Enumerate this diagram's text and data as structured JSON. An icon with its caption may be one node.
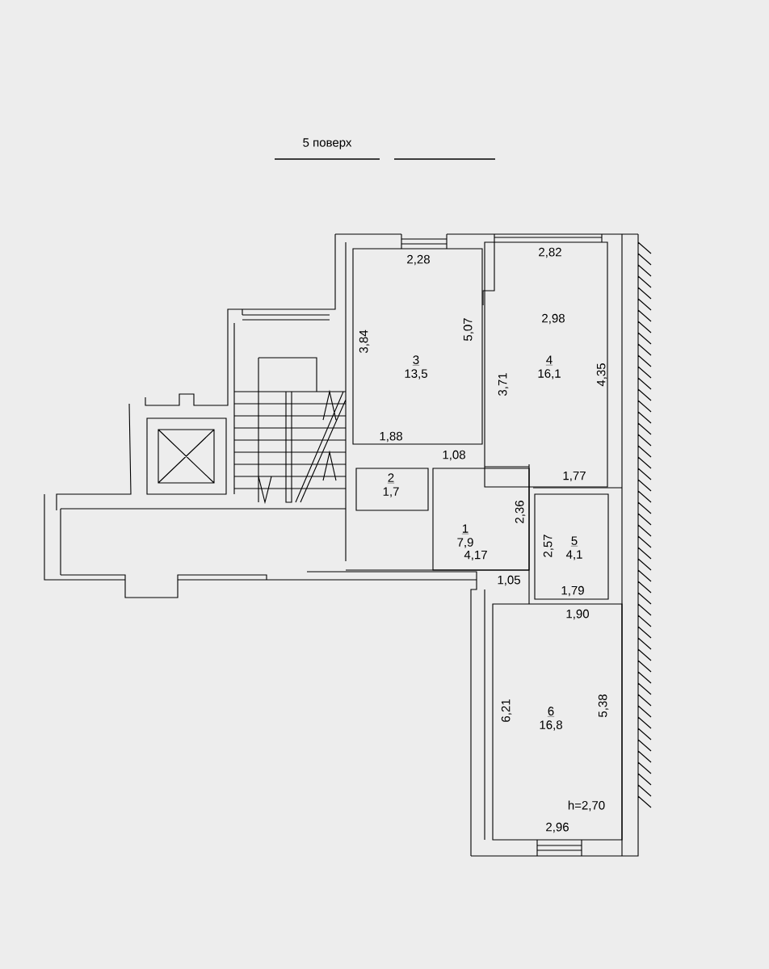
{
  "diagram": {
    "title": "5 поверх",
    "nodes": [
      {
        "text": [
          "3",
          "13,5"
        ]
      },
      {
        "text": [
          "4",
          "16,1"
        ]
      },
      {
        "text": [
          "2",
          "1,7"
        ]
      },
      {
        "text": [
          "1",
          "7,9"
        ]
      },
      {
        "text": [
          "5",
          "4,1"
        ]
      },
      {
        "text": [
          "6",
          "16,8"
        ]
      }
    ],
    "labels": [
      "2,28",
      "2,82",
      "2,98",
      "3,84",
      "5,07",
      "3,71",
      "4,35",
      "1,88",
      "1,08",
      "1,77",
      "2,36",
      "2,57",
      "4,17",
      "1,05",
      "1,79",
      "1,90",
      "6,21",
      "5,38",
      "h=2,70",
      "2,96"
    ]
  }
}
